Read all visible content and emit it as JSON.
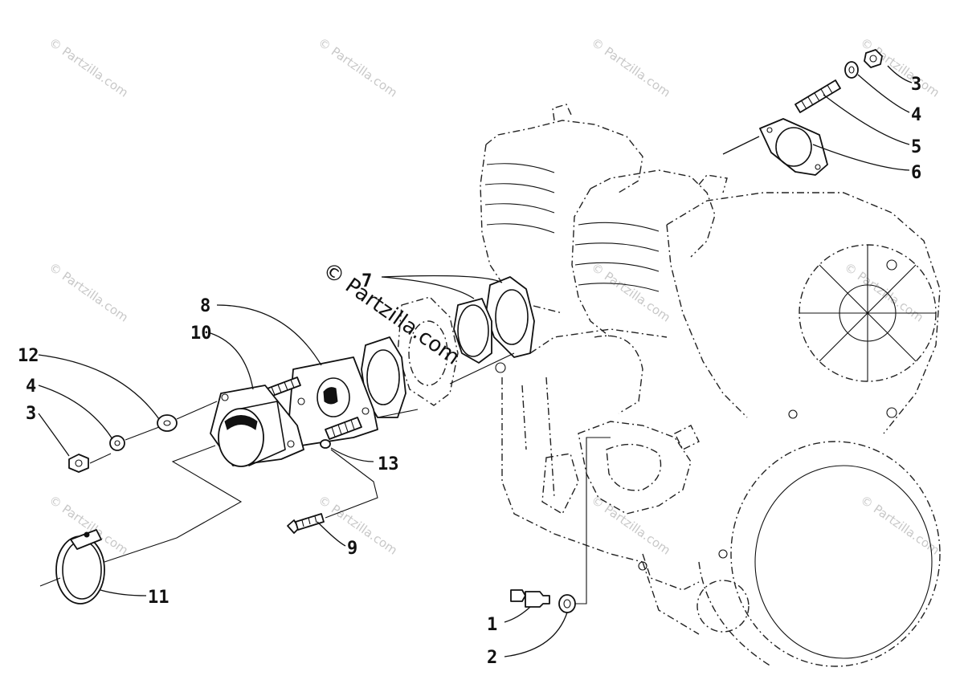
{
  "watermark": {
    "text": "© Partzilla.com",
    "main_text": "© Partzilla.com"
  },
  "callouts": [
    {
      "id": "c1",
      "label": "1"
    },
    {
      "id": "c2",
      "label": "2"
    },
    {
      "id": "c3a",
      "label": "3"
    },
    {
      "id": "c4a",
      "label": "4"
    },
    {
      "id": "c5",
      "label": "5"
    },
    {
      "id": "c6",
      "label": "6"
    },
    {
      "id": "c7",
      "label": "7"
    },
    {
      "id": "c8",
      "label": "8"
    },
    {
      "id": "c10",
      "label": "10"
    },
    {
      "id": "c12",
      "label": "12"
    },
    {
      "id": "c4b",
      "label": "4"
    },
    {
      "id": "c3b",
      "label": "3"
    },
    {
      "id": "c13",
      "label": "13"
    },
    {
      "id": "c9",
      "label": "9"
    },
    {
      "id": "c11",
      "label": "11"
    }
  ]
}
